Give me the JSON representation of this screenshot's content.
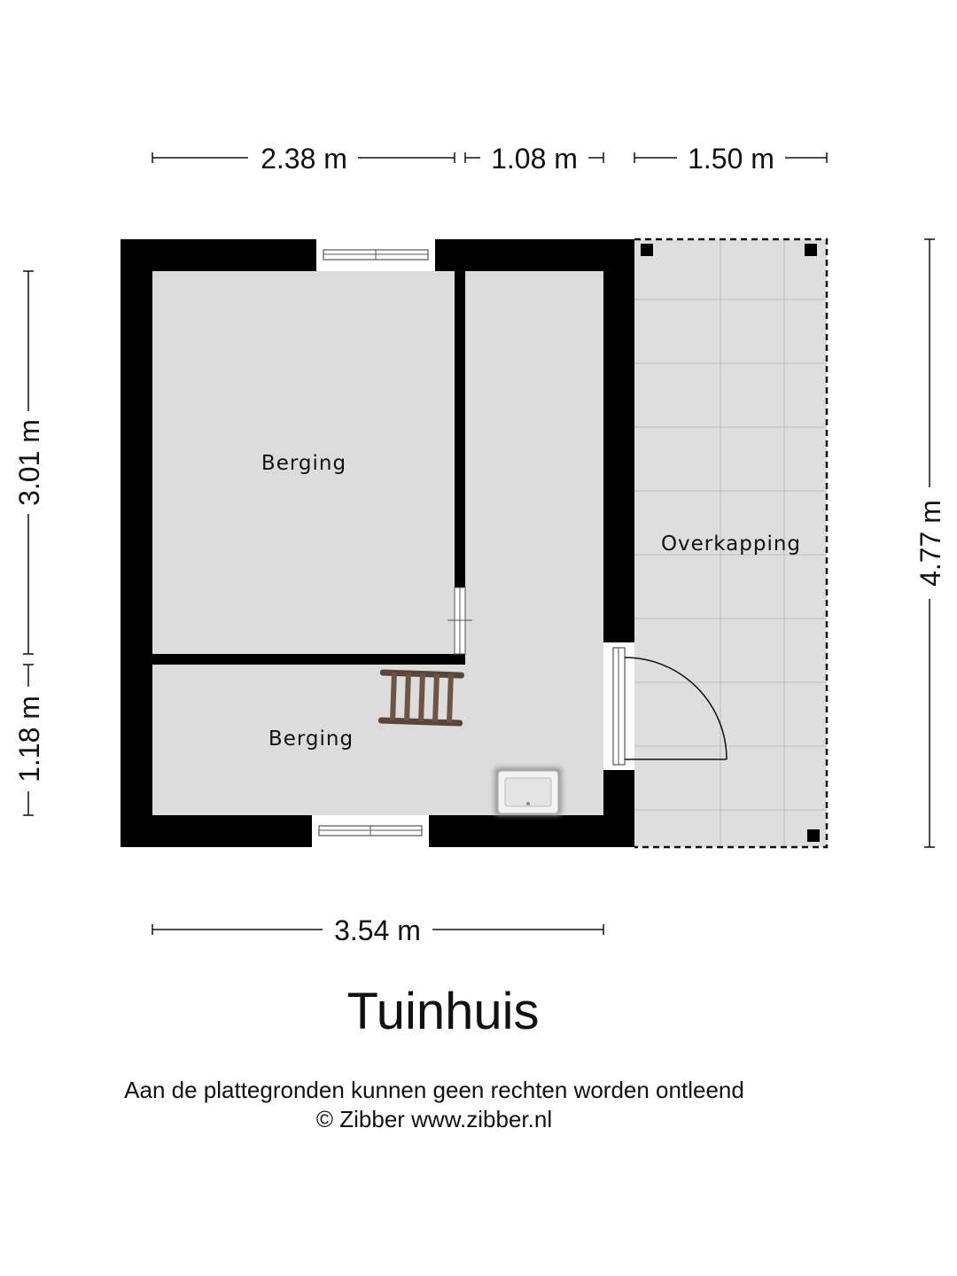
{
  "dimensions": {
    "top_left": "2.38 m",
    "top_mid": "1.08 m",
    "top_right": "1.50 m",
    "bottom": "3.54 m",
    "left_upper": "3.01 m",
    "left_lower": "1.18 m",
    "right": "4.77 m"
  },
  "rooms": {
    "berging_top": "Berging",
    "berging_bottom": "Berging",
    "overkapping": "Overkapping"
  },
  "title": "Tuinhuis",
  "disclaimer": "Aan de plattegronden kunnen geen rechten worden ontleend",
  "copyright": "© Zibber www.zibber.nl",
  "colors": {
    "wall": "#000000",
    "floor": "#dcdcdc",
    "ladder": "#5a4638"
  }
}
